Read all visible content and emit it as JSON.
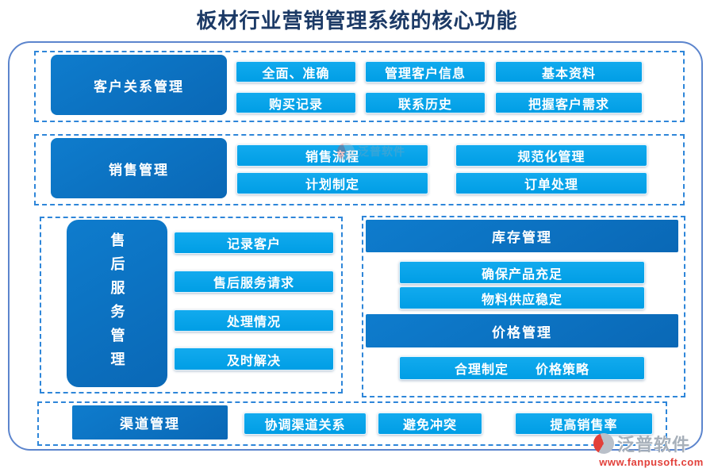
{
  "title": "板材行业营销管理系统的核心功能",
  "sections": {
    "crm": {
      "label": "客户关系管理",
      "items": [
        "全面、准确",
        "管理客户信息",
        "基本资料",
        "购买记录",
        "联系历史",
        "把握客户需求"
      ]
    },
    "sales": {
      "label": "销售管理",
      "items": [
        "销售流程",
        "规范化管理",
        "计划制定",
        "订单处理"
      ]
    },
    "after_sales": {
      "label": "售后服务管理",
      "items": [
        "记录客户",
        "售后服务请求",
        "处理情况",
        "及时解决"
      ]
    },
    "inventory": {
      "label": "库存管理",
      "items": [
        "确保产品充足",
        "物料供应稳定"
      ]
    },
    "price": {
      "label": "价格管理",
      "items": [
        "合理制定　　价格策略"
      ]
    },
    "channel": {
      "label": "渠道管理",
      "items": [
        "协调渠道关系",
        "避免冲突",
        "提高销售率"
      ]
    }
  },
  "watermark": {
    "brand": "泛普软件",
    "url": "www.fanpusoft.com"
  },
  "colors": {
    "primary_dark": "#0b72c4",
    "primary_light": "#01a2e9",
    "dashed_border": "#2e86d9",
    "outer_border": "#5c85cd",
    "title_text": "#1c3a66",
    "logo_red": "#e2403a",
    "logo_gray": "#a7b0ba"
  }
}
